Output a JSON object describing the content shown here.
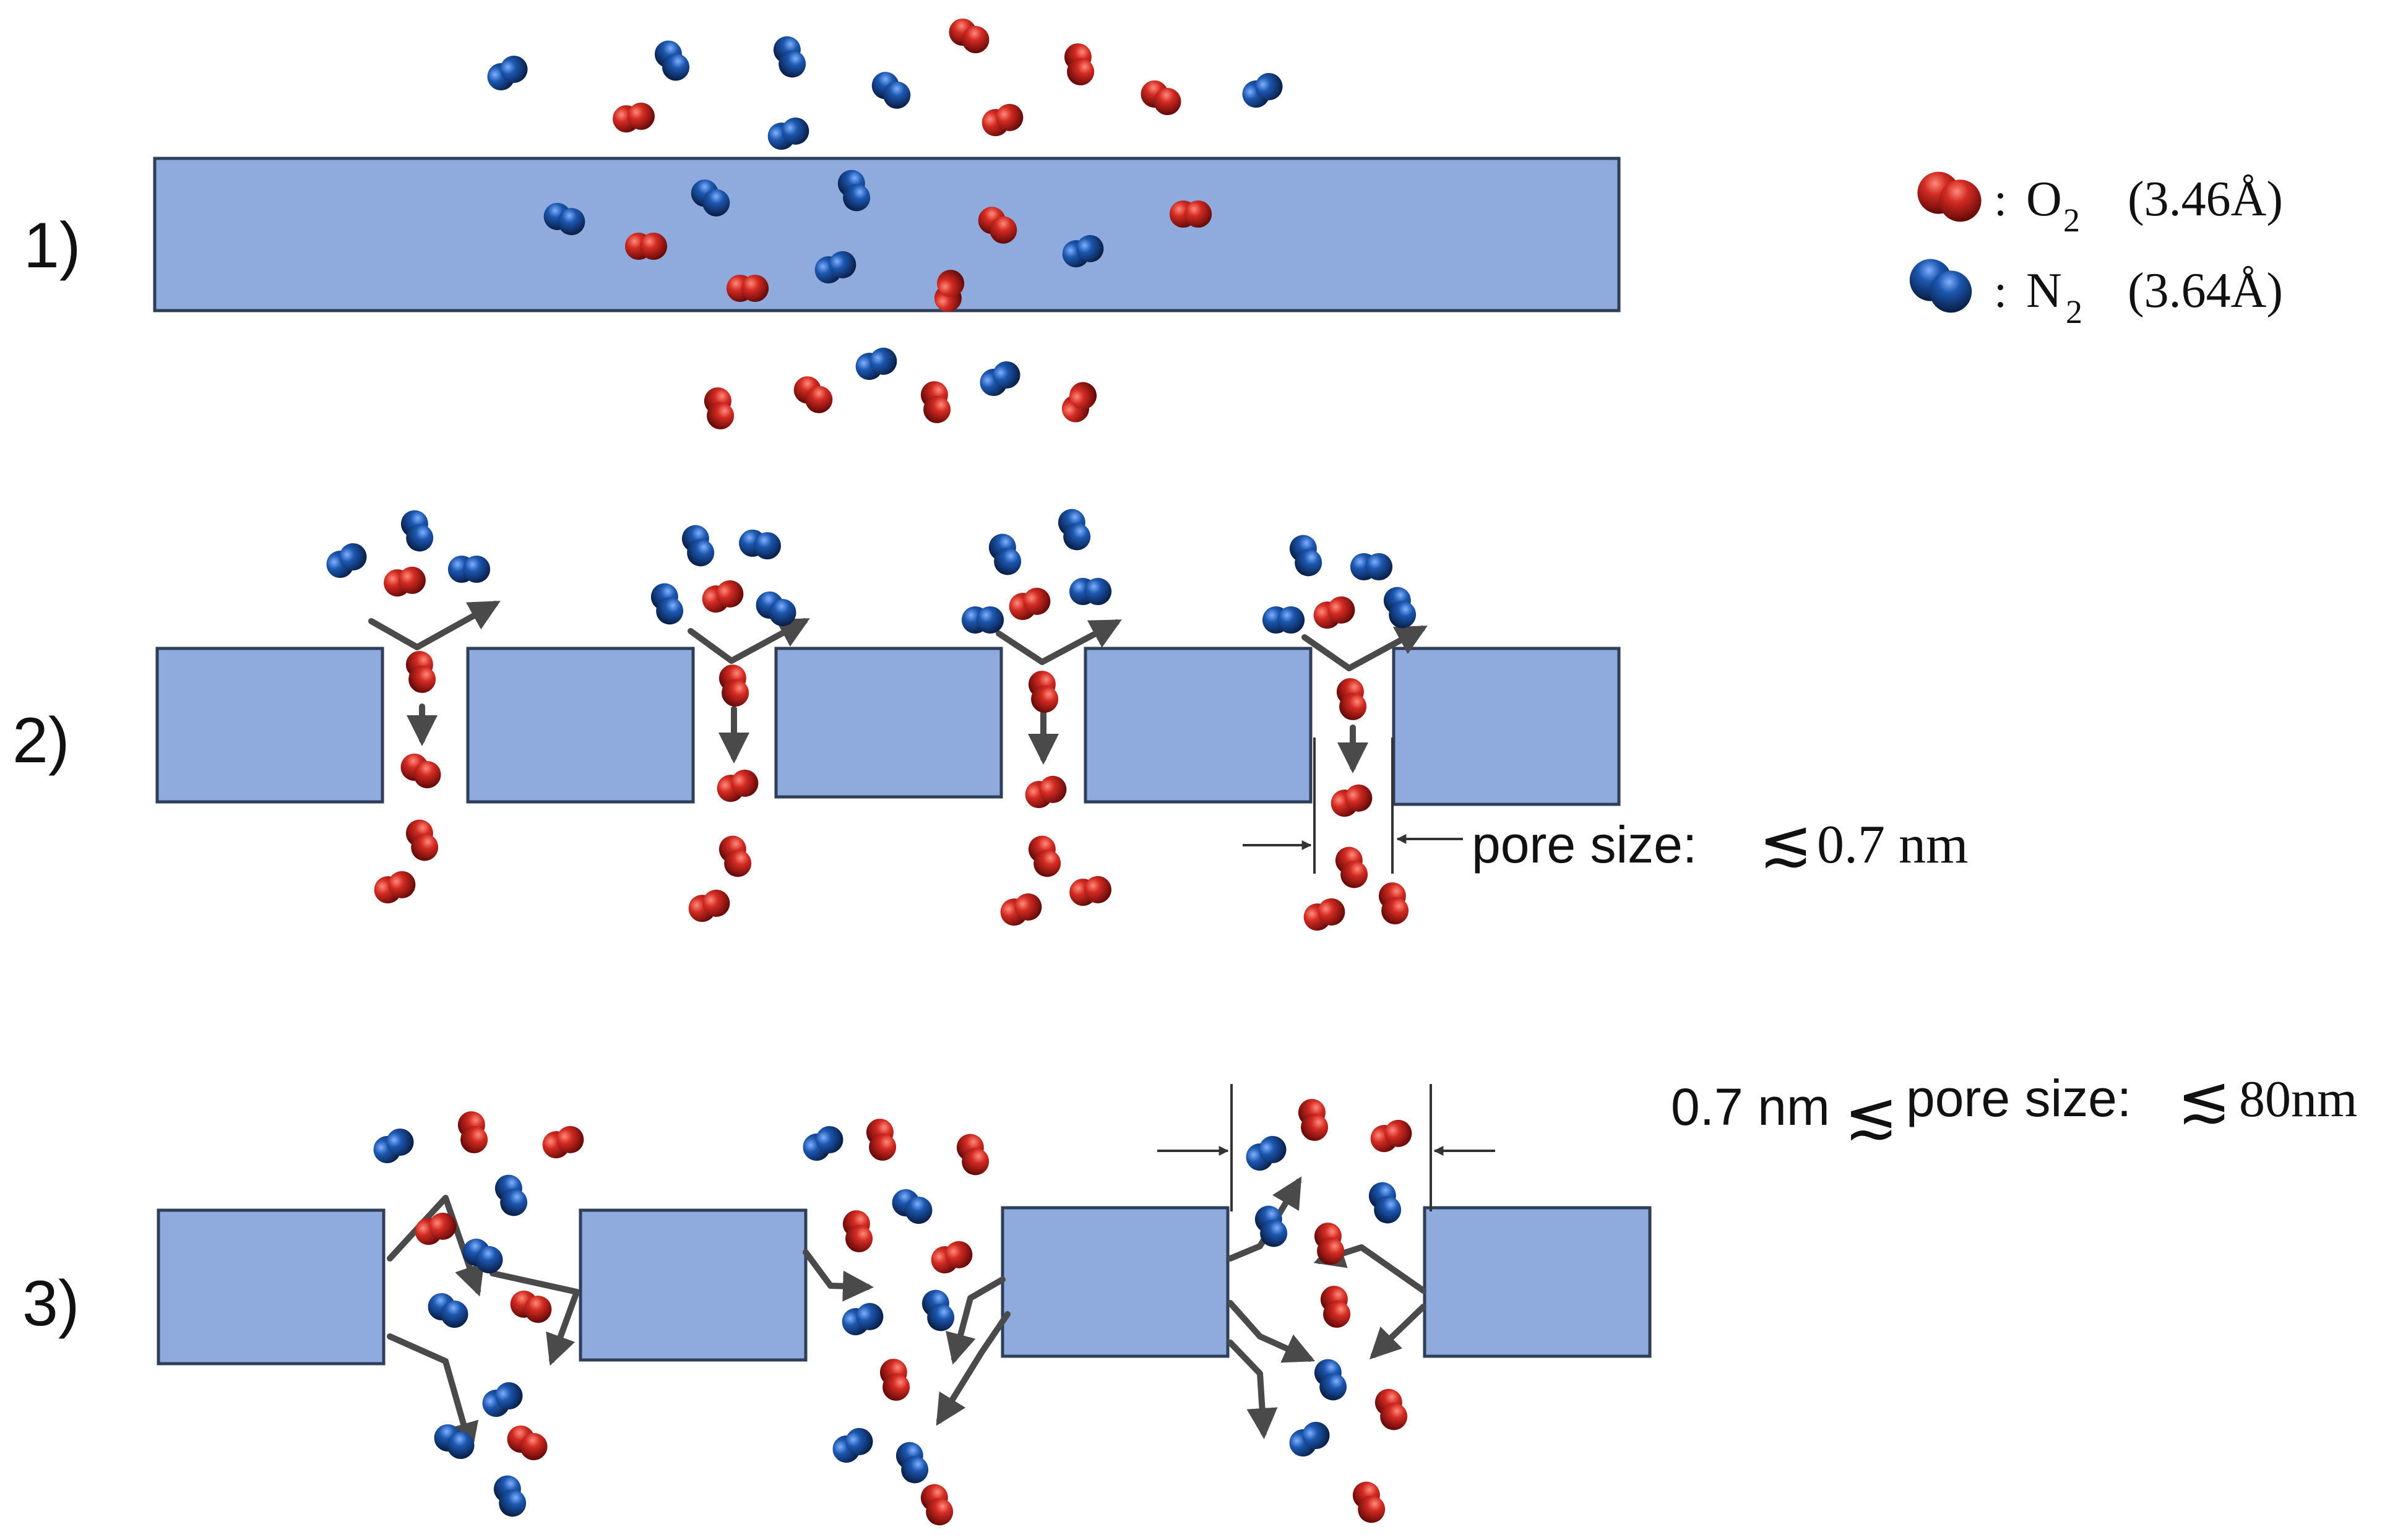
{
  "panels": [
    {
      "label": "1)",
      "kind": "dense-membrane"
    },
    {
      "label": "2)",
      "kind": "molecular-sieve"
    },
    {
      "label": "3)",
      "kind": "knudsen-diffusion"
    }
  ],
  "legend": [
    {
      "molecule": "O",
      "subscript": "2",
      "prefix": ": ",
      "size": "(3.46Å)",
      "color": "red"
    },
    {
      "molecule": "N",
      "subscript": "2",
      "prefix": ": ",
      "size": "(3.64Å)",
      "color": "blue"
    }
  ],
  "annotations": {
    "pore_small_prefix": "pore size:",
    "pore_small_symbol": "≲",
    "pore_small_value": "0.7 nm",
    "pore_large_prefix": "0.7 nm",
    "pore_large_symbol1": "≲",
    "pore_large_mid": "pore size:",
    "pore_large_symbol2": "≲",
    "pore_large_value": "80nm"
  },
  "colors": {
    "membrane_fill": "#8faadc",
    "membrane_stroke": "#2f3f5a",
    "oxygen": "#c0201e",
    "oxygen_dark": "#6e0a0a",
    "nitrogen": "#1a4f9a",
    "nitrogen_dark": "#0b2452",
    "arrow": "#4a4a4a"
  }
}
